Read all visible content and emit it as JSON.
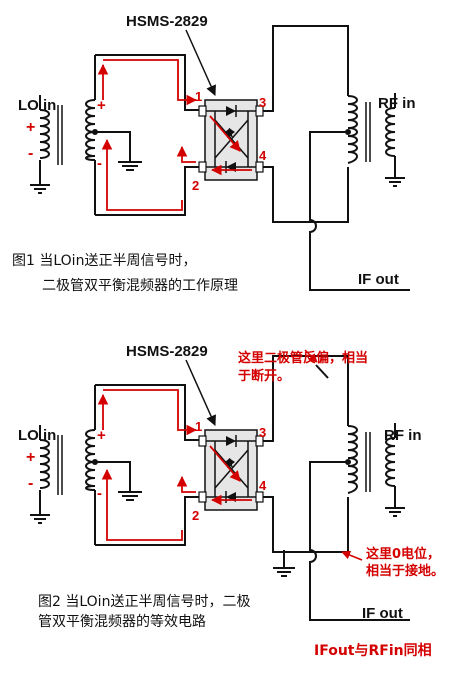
{
  "figure1": {
    "part_label": "HSMS-2829",
    "lo_label": "LO in",
    "rf_label": "RF in",
    "if_label": "IF out",
    "plus": "+",
    "minus": "-",
    "pin1": "1",
    "pin2": "2",
    "pin3": "3",
    "pin4": "4",
    "caption_line1": "图1  当LOin送正半周信号时，",
    "caption_line2": "二极管双平衡混频器的工作原理"
  },
  "figure2": {
    "part_label": "HSMS-2829",
    "lo_label": "LO in",
    "rf_label": "RF in",
    "if_label": "IF out",
    "plus": "+",
    "minus": "-",
    "pin1": "1",
    "pin2": "2",
    "pin3": "3",
    "pin4": "4",
    "note_reverse_line1": "这里二极管反偏，相当",
    "note_reverse_line2": "于断开。",
    "note_ground_line1": "这里0电位，",
    "note_ground_line2": "相当于接地。",
    "caption_line1": "图2  当LOin送正半周信号时，二极",
    "caption_line2": "管双平衡混频器的等效电路",
    "phase_note": "IFout与RFin同相"
  },
  "colors": {
    "wire": "#111111",
    "current": "#d40000",
    "note": "#d40000"
  }
}
